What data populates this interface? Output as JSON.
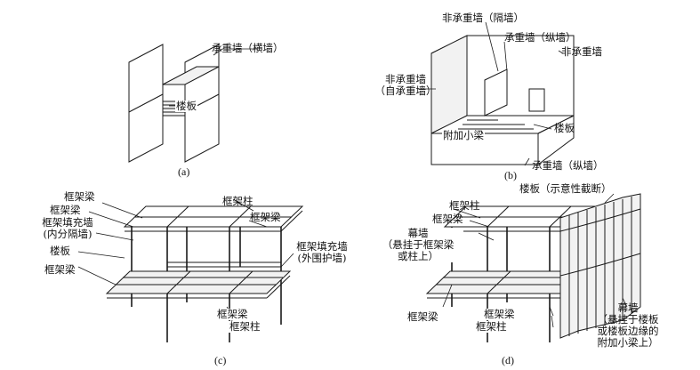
{
  "a": {
    "caption": "(a)",
    "bearing_wall": "承重墙（横墙）",
    "slab": "楼板"
  },
  "b": {
    "caption": "(b)",
    "partition_top": "非承重墙（隔墙）",
    "bearing_long_top": "承重墙（纵墙）",
    "nonbearing_right": "非承重墙",
    "nonbearing_left_1": "非承重墙",
    "nonbearing_left_2": "（自承重墙）",
    "extra_beam": "附加小梁",
    "slab": "楼板",
    "bearing_long_bottom": "承重墙（纵墙）"
  },
  "c": {
    "caption": "(c)",
    "frame_beam_1": "框架梁",
    "frame_beam_2": "框架梁",
    "infill_inner_1": "框架填充墙",
    "infill_inner_2": "(内分隔墙)",
    "slab": "楼板",
    "frame_beam_3": "框架梁",
    "frame_column_top": "框架柱",
    "frame_beam_right": "框架梁",
    "infill_outer_1": "框架填充墙",
    "infill_outer_2": "(外围护墙)",
    "frame_beam_bottom": "框架梁",
    "frame_column_bottom": "框架柱"
  },
  "d": {
    "caption": "(d)",
    "frame_column_top": "框架柱",
    "frame_beam_top": "框架梁",
    "curtain_1": "幕墙",
    "curtain_2": "（悬挂于框架梁",
    "curtain_3": "或柱上）",
    "slab_section": "楼板（示意性截断）",
    "frame_beam_left": "框架梁",
    "frame_beam_bottom": "框架梁",
    "frame_column_bottom": "框架柱",
    "curtain_r1": "幕墙",
    "curtain_r2": "（悬挂于楼板",
    "curtain_r3": "或楼板边缘的",
    "curtain_r4": "附加小梁上）"
  }
}
